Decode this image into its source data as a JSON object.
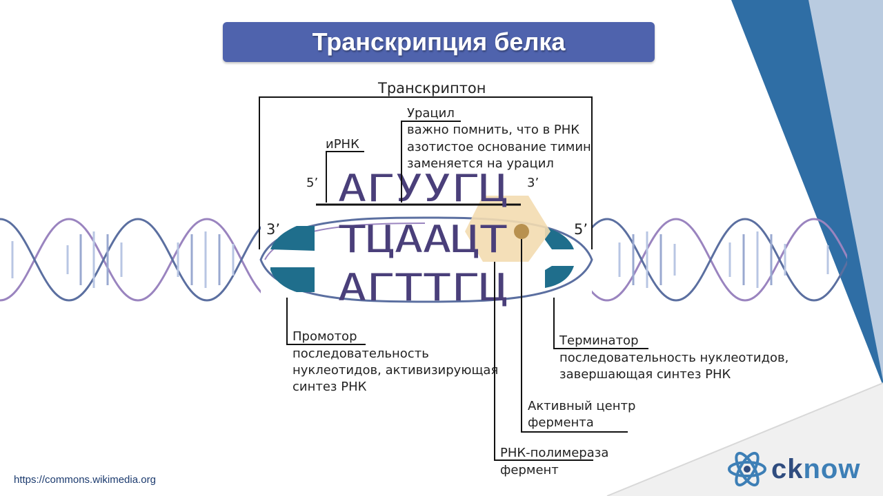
{
  "title": "Транскрипция белка",
  "diagram": {
    "transcripton_label": "Транскриптон",
    "mrna_label": "иРНК",
    "uracil": {
      "title": "Урацил",
      "note_lines": [
        "важно помнить, что в РНК",
        "азотистое основание тимин",
        "заменяется на урацил"
      ]
    },
    "end_labels": {
      "mrna_5": "5’",
      "mrna_3": "3’",
      "dna_left_3": "3’",
      "dna_right_5": "5’"
    },
    "sequences": {
      "mrna": "АГУУГЦ",
      "template_strand": "ТЦААЦТ",
      "coding_strand": "АГТТГЦ"
    },
    "promoter": {
      "title": "Промотор",
      "lines": [
        "последовательность",
        "нуклеотидов, активизирующая",
        "синтез РНК"
      ]
    },
    "terminator": {
      "title": "Терминатор",
      "lines": [
        "последовательность нуклеотидов,",
        "завершающая синтез РНК"
      ]
    },
    "active_center": {
      "lines": [
        "Активный центр",
        "фермента"
      ]
    },
    "rna_polymerase": {
      "lines": [
        "РНК-полимераза",
        "фермент"
      ]
    }
  },
  "source_link": "https://commons.wikimedia.org",
  "brand": {
    "name_prefix": "ck",
    "name_suffix": "now",
    "logo_icon": "atom-icon"
  },
  "colors": {
    "title_bar": "#4f63ad",
    "strand_purple": "#9a84bf",
    "strand_blue": "#5b6fa0",
    "region_teal": "#1f6e8c",
    "polymerase": "#f3dcb0",
    "active_center": "#b8914f",
    "corner_dark": "#2f6ea5",
    "corner_light": "#b9cbe0"
  }
}
